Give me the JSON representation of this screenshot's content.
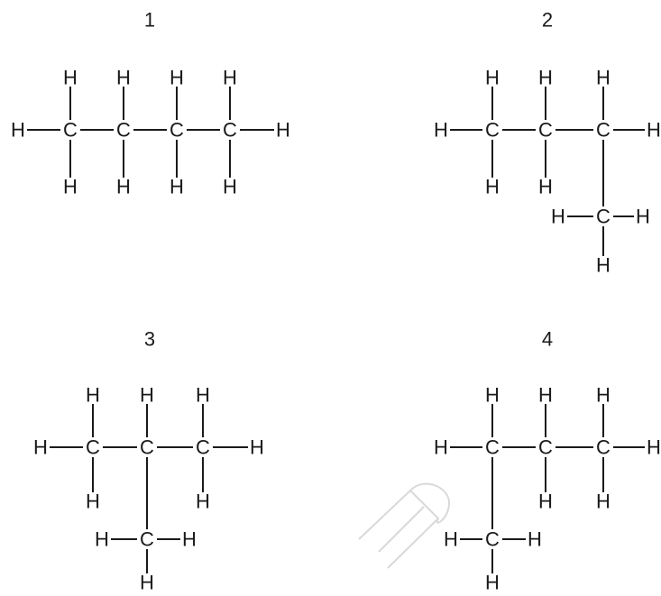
{
  "structures": [
    {
      "label": "1",
      "atoms": [
        "H",
        "C",
        "C",
        "C",
        "C",
        "H",
        "H",
        "H",
        "H",
        "H",
        "H",
        "H",
        "H",
        "H"
      ],
      "bonds": [
        [
          0,
          1
        ],
        [
          1,
          2
        ],
        [
          2,
          3
        ],
        [
          3,
          4
        ],
        [
          4,
          5
        ],
        [
          1,
          6
        ],
        [
          2,
          7
        ],
        [
          3,
          8
        ],
        [
          4,
          9
        ],
        [
          1,
          10
        ],
        [
          2,
          11
        ],
        [
          3,
          12
        ],
        [
          4,
          13
        ]
      ]
    },
    {
      "label": "2",
      "atoms": [
        "H",
        "C",
        "C",
        "C",
        "H",
        "H",
        "H",
        "H",
        "H",
        "H",
        "C",
        "H",
        "H",
        "H"
      ],
      "bonds": [
        [
          0,
          1
        ],
        [
          1,
          2
        ],
        [
          2,
          3
        ],
        [
          3,
          4
        ],
        [
          1,
          5
        ],
        [
          2,
          6
        ],
        [
          3,
          7
        ],
        [
          1,
          8
        ],
        [
          2,
          9
        ],
        [
          3,
          10
        ],
        [
          10,
          11
        ],
        [
          10,
          12
        ],
        [
          10,
          13
        ]
      ]
    },
    {
      "label": "3",
      "atoms": [
        "H",
        "C",
        "C",
        "C",
        "H",
        "H",
        "H",
        "H",
        "H",
        "H",
        "C",
        "H",
        "H",
        "H"
      ],
      "bonds": [
        [
          0,
          1
        ],
        [
          1,
          2
        ],
        [
          2,
          3
        ],
        [
          3,
          4
        ],
        [
          1,
          5
        ],
        [
          2,
          6
        ],
        [
          3,
          7
        ],
        [
          1,
          8
        ],
        [
          3,
          9
        ],
        [
          2,
          10
        ],
        [
          10,
          11
        ],
        [
          10,
          12
        ],
        [
          10,
          13
        ]
      ]
    },
    {
      "label": "4",
      "atoms": [
        "H",
        "C",
        "C",
        "C",
        "H",
        "H",
        "H",
        "H",
        "H",
        "H",
        "C",
        "H",
        "H",
        "H"
      ],
      "bonds": [
        [
          0,
          1
        ],
        [
          1,
          2
        ],
        [
          2,
          3
        ],
        [
          3,
          4
        ],
        [
          1,
          5
        ],
        [
          2,
          6
        ],
        [
          3,
          7
        ],
        [
          2,
          8
        ],
        [
          3,
          9
        ],
        [
          1,
          10
        ],
        [
          10,
          11
        ],
        [
          10,
          12
        ],
        [
          10,
          13
        ]
      ]
    }
  ],
  "colors": {
    "ink": "#1a1a1a",
    "watermark": "#d9d9d9"
  }
}
